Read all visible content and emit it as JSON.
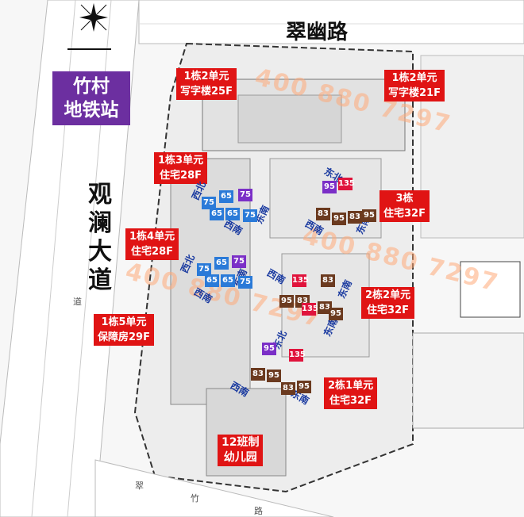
{
  "roads": {
    "north": "翠幽路",
    "west_chars": [
      "观",
      "澜",
      "大",
      "道"
    ],
    "south_chars": [
      "翠",
      "竹",
      "路"
    ],
    "west_small": "道"
  },
  "metro": {
    "line1": "竹村",
    "line2": "地铁站"
  },
  "labels": {
    "b1u2_office": {
      "line1": "1栋2单元",
      "line2": "写字楼25F"
    },
    "b1u2_office_e": {
      "line1": "1栋2单元",
      "line2": "写字楼21F"
    },
    "b1u3": {
      "line1": "1栋3单元",
      "line2": "住宅28F"
    },
    "b3": {
      "line1": "3栋",
      "line2": "住宅32F"
    },
    "b1u4": {
      "line1": "1栋4单元",
      "line2": "住宅28F"
    },
    "b2u2": {
      "line1": "2栋2单元",
      "line2": "住宅32F"
    },
    "b1u5": {
      "line1": "1栋5单元",
      "line2": "保障房29F"
    },
    "b2u1": {
      "line1": "2栋1单元",
      "line2": "住宅32F"
    },
    "kindergarten": {
      "line1": "12班制",
      "line2": "幼儿园"
    }
  },
  "watermark": "400 880 7297",
  "directions": {
    "xibei1": "西北",
    "dongnan1": "东南",
    "xinan1": "西南",
    "dongbei1": "东北",
    "xinan2": "西南",
    "dongnan2": "东南",
    "xibei2": "西北",
    "dongnan3": "东南",
    "xinan3": "西南",
    "xinan4": "西南",
    "dongnan4": "东南",
    "dongnan5": "东南",
    "dongbei2": "东北",
    "xinan5": "西南",
    "dongnan6": "东南"
  },
  "unit_tags": {
    "w1": [
      "75",
      "65",
      "75",
      "65",
      "65",
      "75"
    ],
    "w2": [
      "75",
      "65",
      "75",
      "65",
      "65",
      "75"
    ],
    "e3": [
      "95",
      "135",
      "83",
      "95",
      "83",
      "95"
    ],
    "c1": [
      "135",
      "83",
      "95",
      "83",
      "135",
      "83",
      "95"
    ],
    "s1": [
      "95",
      "135",
      "83",
      "95",
      "83",
      "95"
    ]
  },
  "colors": {
    "label_red": "#e01414",
    "metro_purple": "#6c2fa0",
    "tag_purple": "#7b2fc7",
    "tag_blue": "#2a7ad8",
    "tag_red": "#e0143c",
    "tag_brown": "#6b3a1f"
  }
}
